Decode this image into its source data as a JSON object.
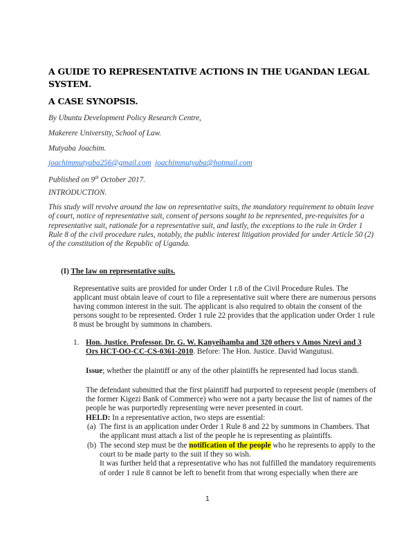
{
  "header": {
    "title_lines": [
      "A Guide to Representative Actions in the Ugandan Legal",
      "System."
    ],
    "subtitle": "A Case Synopsis.",
    "byline": "By Ubuntu Development Policy Research Centre,",
    "institution": "Makerere University, School of Law.",
    "author": "Mutyaba Joachim.",
    "emails": [
      "joachimmutyaba256@gmail.com",
      "joachimmutyaba@hotmail.com"
    ],
    "published_prefix": "Published on 9",
    "published_sup": "th",
    "published_suffix": " October 2017."
  },
  "introduction": {
    "heading": "INTRODUCTION.",
    "lines": [
      "This study will revolve around the law on representative suits, the mandatory requirement to obtain leave",
      "of court, notice of representative suit, consent of persons sought to be represented, pre-requisites for a",
      "representative suit, rationale for a representative suit, and lastly, the exceptions to the rule in Order 1",
      "Rule 8 of the civil procedure rules, notably, the public interest litigation provided for under Article 50 (2)",
      "of the constitution of the Republic of Uganda."
    ]
  },
  "section1": {
    "number": "(I)",
    "heading": "The law on representative suits.",
    "lines": [
      "Representative suits are provided for under Order 1 r.8 of the Civil Procedure Rules. The",
      "applicant must obtain leave of court to file a representative suit where there are numerous persons",
      "having common interest in the suit. The applicant is also required to obtain the consent of the",
      "persons sought to be represented. Order 1 rule 22 provides that the application under Order 1 rule",
      "8 must be brought by summons in chambers."
    ],
    "case": {
      "number": "1.",
      "title_line1": "Hon. Justice. Professor. Dr. G. W. Kanyeihamba and 320 others v Amos Nzevi and 3",
      "title_line2": "Ors HCT-OO-CC-CS-0361-2010",
      "before": ". Before: The Hon. Justice. David Wangutusi.",
      "issue_label": "Issue",
      "issue_text": "; whether the plaintiff or any of the other plaintiffs he represented had locus standi.",
      "facts_lines": [
        "The defendant submitted that the first plaintiff had purported to represent people (members of",
        "the former Kigezi Bank of Commerce) who were not a party because the list of names of the",
        "people he was purportedly representing were never presented in court."
      ],
      "held_label": "HELD:",
      "held_text": " In a representative action, two steps are essential:",
      "steps": [
        {
          "label": "(a)",
          "lines": [
            "The first is an application under Order 1 Rule 8 and 22 by summons in Chambers. That",
            "the applicant must attach a list of the people he is representing as plaintiffs."
          ]
        },
        {
          "label": "(b)",
          "pre": "The second step must be the ",
          "highlight": "notification of the people",
          "post": " who he represents to apply to the",
          "line2": "court to be made party to the suit if they so wish."
        }
      ],
      "further_lines": [
        "It was further held that a representative who has not fulfilled the mandatory requirements",
        "of order 1 rule 8 cannot be left to benefit from that wrong especially when there are"
      ]
    }
  },
  "footer": {
    "page_number": "1"
  },
  "colors": {
    "link": "#2a6fd6",
    "highlight": "#ffff00"
  }
}
